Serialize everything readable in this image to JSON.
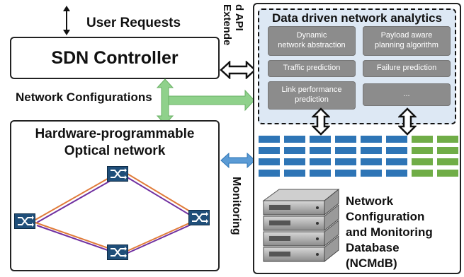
{
  "labels": {
    "user_requests": "User Requests",
    "sdn_controller": "SDN Controller",
    "network_configurations": "Network Configurations",
    "hardware_line1": "Hardware-programmable",
    "hardware_line2": "Optical network",
    "extended_api_line1": "Extende",
    "extended_api_line2": "d API",
    "monitoring": "Monitoring",
    "analytics_title": "Data driven network analytics",
    "ncmdb_line1": "Network",
    "ncmdb_line2": "Configuration",
    "ncmdb_line3": "and Monitoring",
    "ncmdb_line4": "Database",
    "ncmdb_line5": "(NCMdB)"
  },
  "analytics_tiles": [
    {
      "line1": "Dynamic",
      "line2": "network abstraction"
    },
    {
      "line1": "Payload aware",
      "line2": "planning algorithm"
    },
    {
      "line1": "Traffic prediction",
      "line2": ""
    },
    {
      "line1": "Failure prediction",
      "line2": ""
    },
    {
      "line1": "Link performance",
      "line2": "prediction"
    },
    {
      "line1": "...",
      "line2": ""
    }
  ],
  "colors": {
    "blue_brick": "#2e75b6",
    "green_brick": "#70ad47",
    "tile_gray": "#8c8c8c",
    "switch_blue": "#1f4e79",
    "link_orange": "#e07b39",
    "link_purple": "#7030a0",
    "green_arrow": "#8fd18b",
    "blue_arrow": "#5b9bd5"
  }
}
